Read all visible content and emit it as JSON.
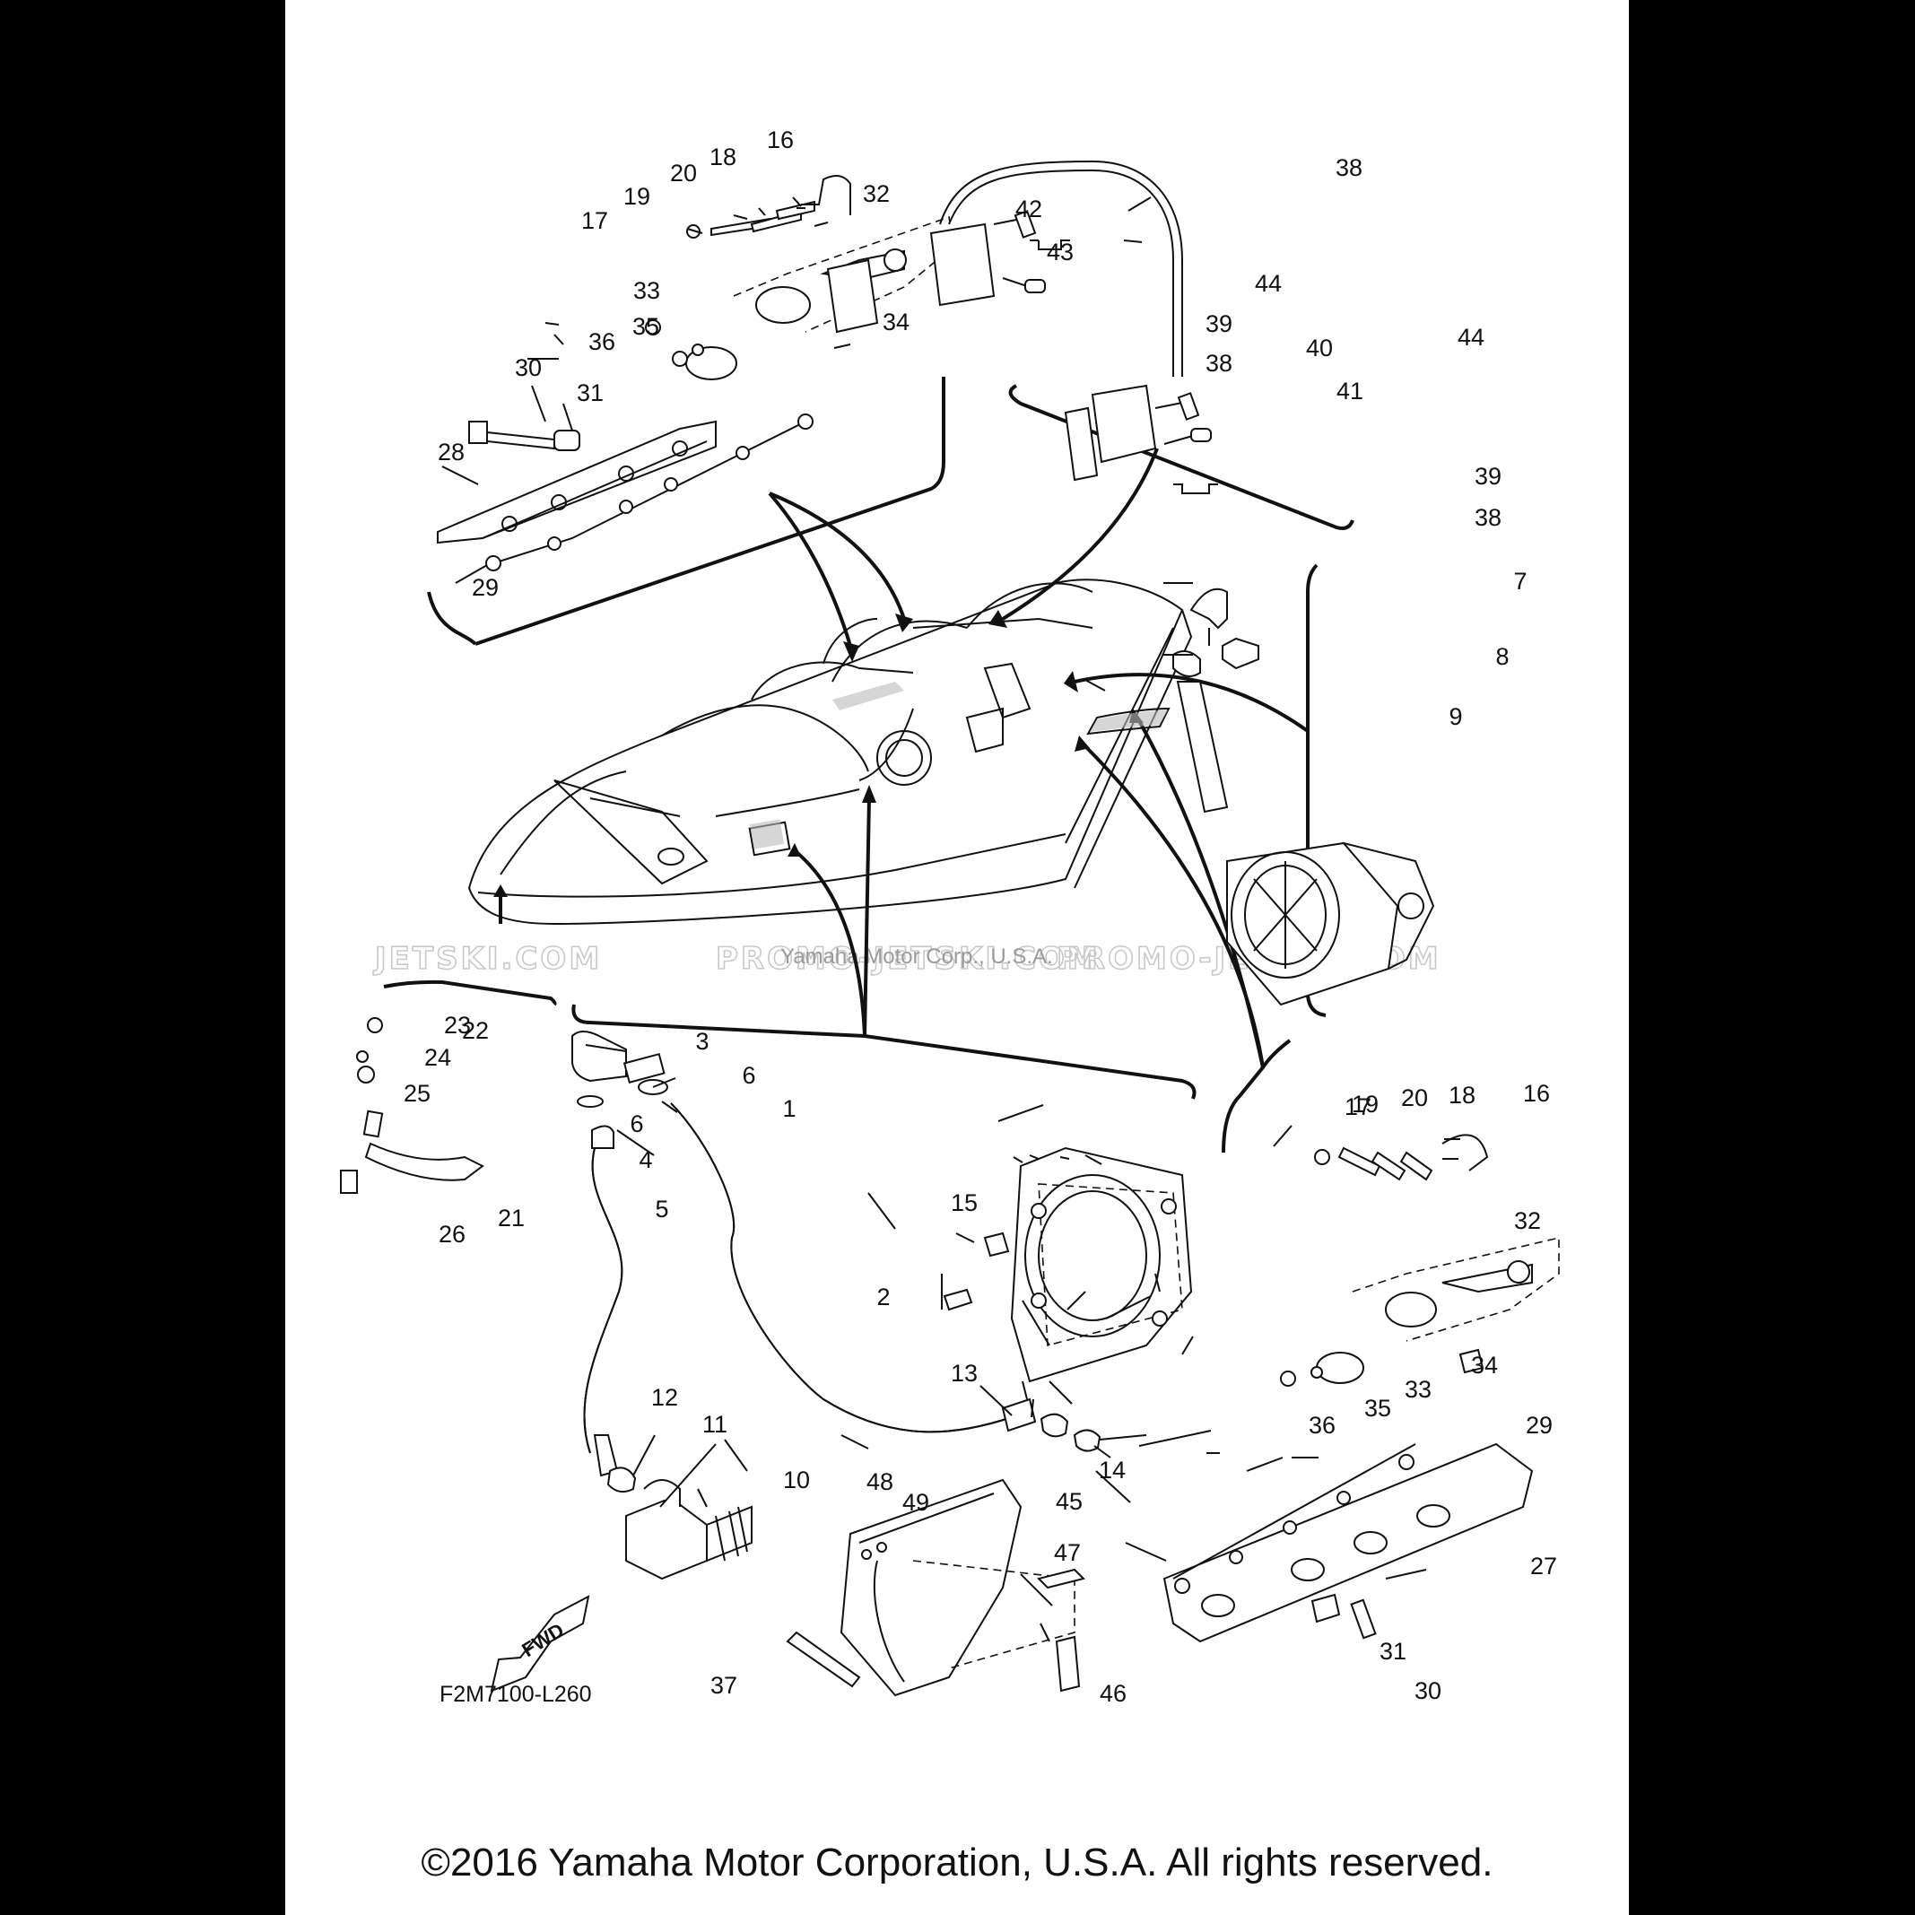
{
  "diagram": {
    "drawing_code": "F2M7100-L260",
    "fwd_label": "FWD",
    "copyright": "©2016 Yamaha Motor Corporation, U.S.A. All rights reserved.",
    "watermarks": [
      "JETSKI.COM",
      "PROMO-JETSKI.COM",
      "PROMO-JETSKI.COM"
    ],
    "watermark_small": "Yamaha Motor Corp., U.S.A.",
    "callouts": [
      "1",
      "2",
      "3",
      "4",
      "5",
      "6",
      "6",
      "7",
      "8",
      "9",
      "10",
      "11",
      "12",
      "13",
      "14",
      "15",
      "16",
      "16",
      "17",
      "17",
      "18",
      "18",
      "19",
      "19",
      "20",
      "20",
      "21",
      "22",
      "23",
      "24",
      "25",
      "26",
      "27",
      "28",
      "29",
      "29",
      "30",
      "30",
      "31",
      "31",
      "32",
      "32",
      "33",
      "33",
      "34",
      "34",
      "35",
      "35",
      "36",
      "36",
      "37",
      "38",
      "38",
      "38",
      "39",
      "39",
      "40",
      "41",
      "42",
      "43",
      "44",
      "44",
      "45",
      "46",
      "47",
      "48",
      "49"
    ]
  }
}
